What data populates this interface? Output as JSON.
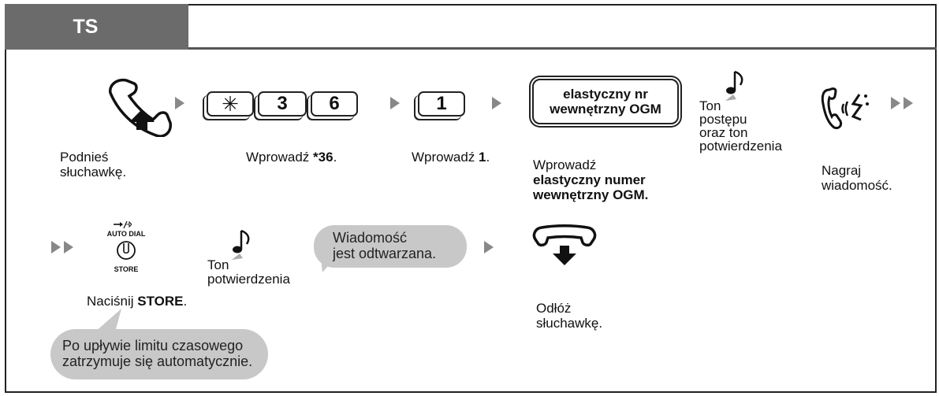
{
  "header": {
    "tab_label": "TS"
  },
  "steps": {
    "lift": {
      "line1": "Podnieś",
      "line2": "słuchawkę."
    },
    "enter36": {
      "prefix": "Wprowadź ",
      "code": "*36",
      "suffix": "."
    },
    "keys36": {
      "star": "✳",
      "three": "3",
      "six": "6"
    },
    "enter1": {
      "prefix": "Wprowadź ",
      "code": "1",
      "suffix": "."
    },
    "key1": "1",
    "flexbox": {
      "line1": "elastyczny nr",
      "line2": "wewnętrzny OGM"
    },
    "enter_flex": {
      "line1": "Wprowadź",
      "line2": "elastyczny numer",
      "line3": "wewnętrzny OGM."
    },
    "progress_tone": {
      "line1": "Ton",
      "line2": "postępu",
      "line3": "oraz ton",
      "line4": "potwierdzenia"
    },
    "record": {
      "line1": "Nagraj",
      "line2": "wiadomość."
    },
    "store_button": {
      "top_label": "AUTO DIAL",
      "bottom_label": "STORE"
    },
    "press_store": {
      "prefix": "Naciśnij ",
      "code": "STORE",
      "suffix": "."
    },
    "confirm_tone": {
      "line1": "Ton",
      "line2": "potwierdzenia"
    },
    "playback_bubble": {
      "line1": "Wiadomość",
      "line2": "jest odtwarzana."
    },
    "hangup": {
      "line1": "Odłóż",
      "line2": "słuchawkę."
    },
    "timeout_bubble": {
      "line1": "Po upływie limitu czasowego",
      "line2": "zatrzymuje się automatycznie."
    }
  },
  "colors": {
    "tab_bg": "#6b6b6b",
    "arrow": "#888888",
    "bubble": "#c8c8c8"
  }
}
